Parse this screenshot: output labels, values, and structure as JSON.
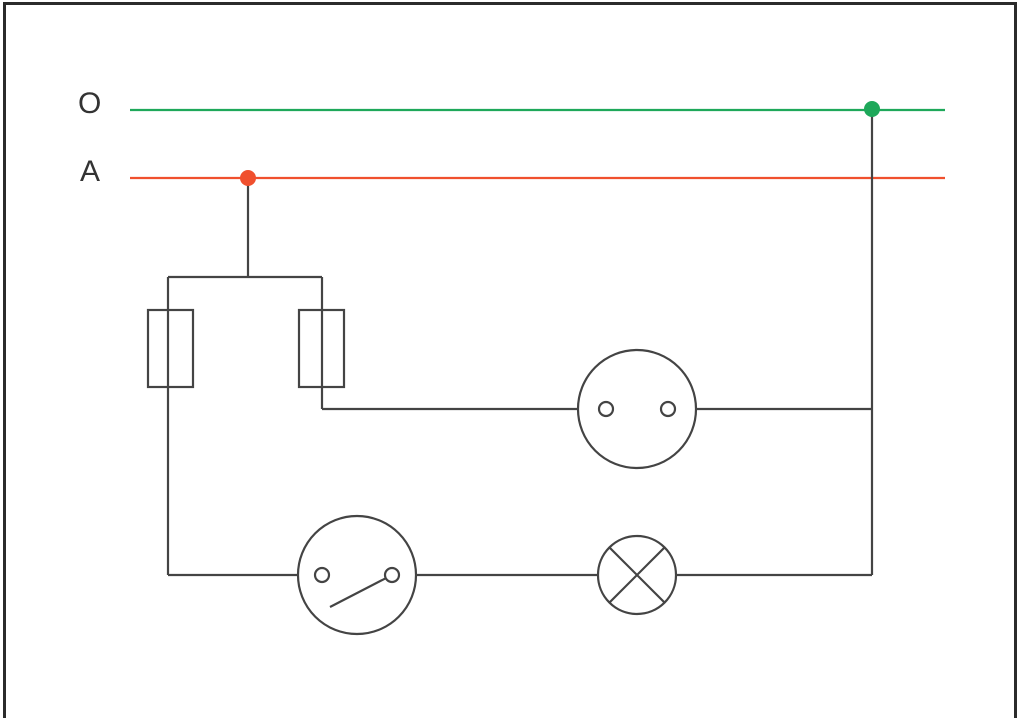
{
  "lines": {
    "neutral": {
      "label": "O",
      "color": "#1ea85a"
    },
    "phase": {
      "label": "A",
      "color": "#f0502e"
    }
  },
  "wire_color": "#444444",
  "components": {
    "fuses": [
      "fuse",
      "fuse"
    ],
    "socket": "socket",
    "switch": "switch",
    "lamp": "lamp"
  }
}
